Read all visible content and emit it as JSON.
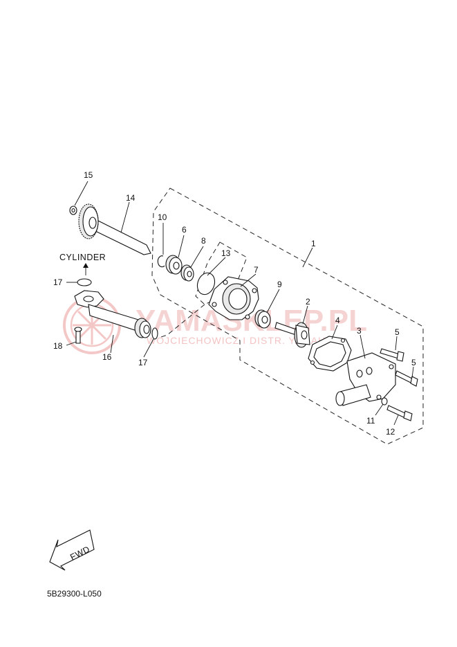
{
  "diagram": {
    "labels": {
      "cylinder": "CYLINDER",
      "fwd": "FWD",
      "code": "5B29300-L050"
    },
    "watermark": {
      "main": "YAMASKLEP.PL",
      "sub": "WOJCIECHOWICZ I DISTR. YAMAHA"
    },
    "callouts": {
      "c1": "1",
      "c2": "2",
      "c3": "3",
      "c4": "4",
      "c5a": "5",
      "c5b": "5",
      "c6": "6",
      "c7": "7",
      "c8": "8",
      "c9": "9",
      "c10": "10",
      "c11": "11",
      "c12": "12",
      "c13": "13",
      "c14": "14",
      "c15": "15",
      "c16": "16",
      "c17a": "17",
      "c17b": "17",
      "c18": "18"
    },
    "colors": {
      "watermark": "#d93a3a",
      "ink": "#111111"
    }
  }
}
